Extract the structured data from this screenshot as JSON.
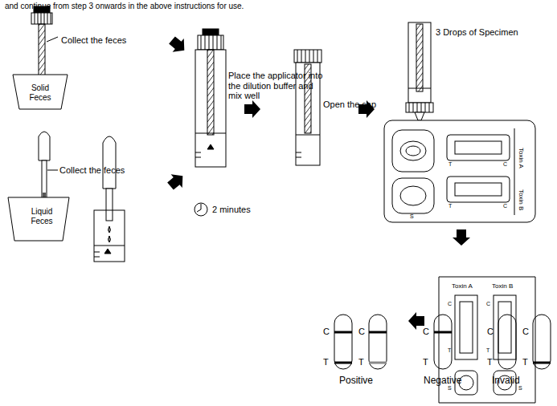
{
  "diagram": {
    "labels": [
      "and continue from step 3 onwards in the above instructions for use.",
      "Collect the feces",
      "Solid Feces",
      "Collect the feces",
      "Liquid Feces",
      "Place the applicator into the dilution buffer and mix well",
      "2 minutes",
      "Open the cap",
      "3 Drops of Specimen",
      "T",
      "C",
      "T",
      "C",
      "Toxin A",
      "Toxin B",
      "S",
      "Toxin A",
      "Toxin B",
      "C",
      "T",
      "C",
      "T",
      "S",
      "S",
      "C",
      "T",
      "C",
      "T",
      "C",
      "T",
      "C",
      "T",
      "C",
      "T",
      "Positive",
      "Negative",
      "Invalid"
    ]
  }
}
